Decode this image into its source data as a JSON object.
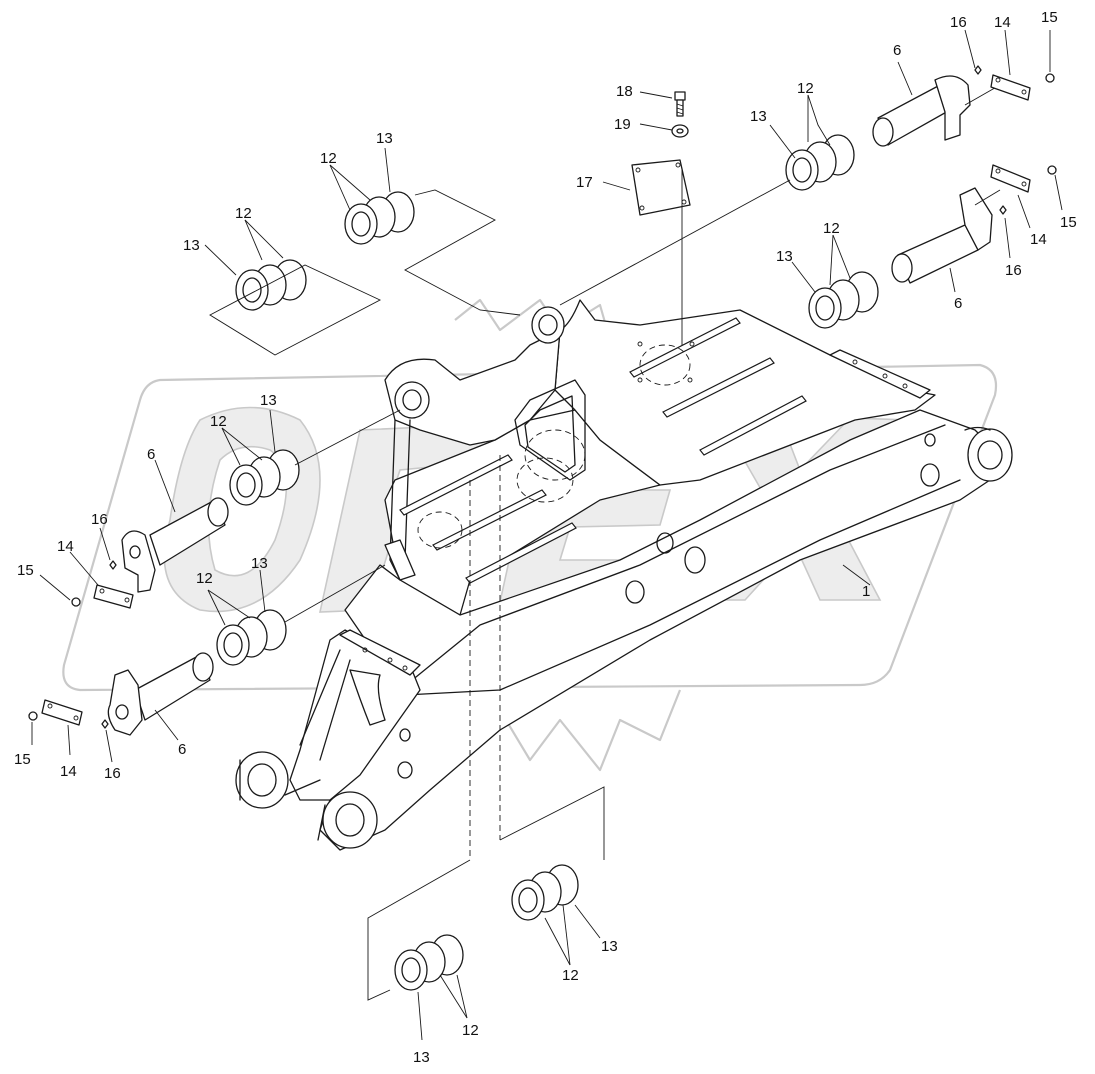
{
  "diagram": {
    "callouts": {
      "c1": "1",
      "c6a": "6",
      "c6b": "6",
      "c6c": "6",
      "c6d": "6",
      "c12a": "12",
      "c12b": "12",
      "c12c": "12",
      "c12d": "12",
      "c12e": "12",
      "c12f": "12",
      "c12g": "12",
      "c12h": "12",
      "c13a": "13",
      "c13b": "13",
      "c13c": "13",
      "c13d": "13",
      "c13e": "13",
      "c13f": "13",
      "c13g": "13",
      "c13h": "13",
      "c14a": "14",
      "c14b": "14",
      "c14c": "14",
      "c14d": "14",
      "c15a": "15",
      "c15b": "15",
      "c15c": "15",
      "c15d": "15",
      "c16a": "16",
      "c16b": "16",
      "c16c": "16",
      "c16d": "16",
      "c17": "17",
      "c18": "18",
      "c19": "19"
    },
    "colors": {
      "line": "#1a1a1a",
      "watermark": "#c9c9c9",
      "background": "#ffffff"
    }
  }
}
